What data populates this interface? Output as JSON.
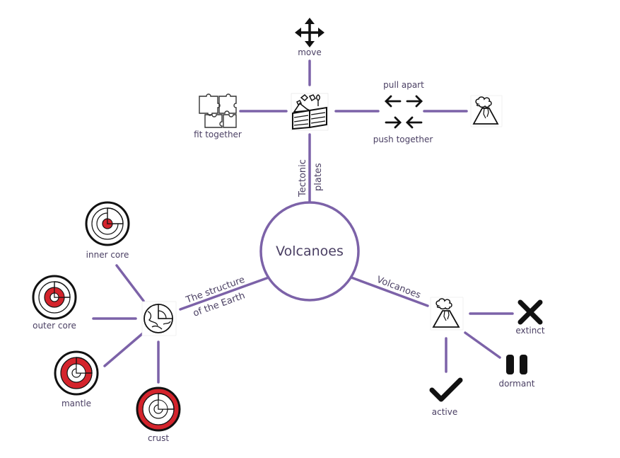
{
  "center": {
    "label": "Volcanoes"
  },
  "branches": {
    "tectonic": {
      "label_line1": "Tectonic",
      "label_line2": "plates"
    },
    "structure": {
      "label_line1": "The structure",
      "label_line2": "of the Earth"
    },
    "volcanoes": {
      "label": "Volcanoes"
    }
  },
  "nodes": {
    "move": "move",
    "fit_together": "fit together",
    "pull_apart": "pull apart",
    "push_together": "push together",
    "inner_core": "inner core",
    "outer_core": "outer core",
    "mantle": "mantle",
    "crust": "crust",
    "extinct": "extinct",
    "dormant": "dormant",
    "active": "active"
  },
  "colors": {
    "line": "#7c62a8",
    "core_red": "#d4242c",
    "text": "#4a3f63",
    "icon": "#111111"
  },
  "icons": [
    "tectonic-plates-icon",
    "move-arrows-icon",
    "puzzle-icon",
    "pull-push-arrows-icon",
    "volcano-icon",
    "earth-globe-icon",
    "earth-layers-icon",
    "cross-icon",
    "pause-icon",
    "check-icon"
  ]
}
